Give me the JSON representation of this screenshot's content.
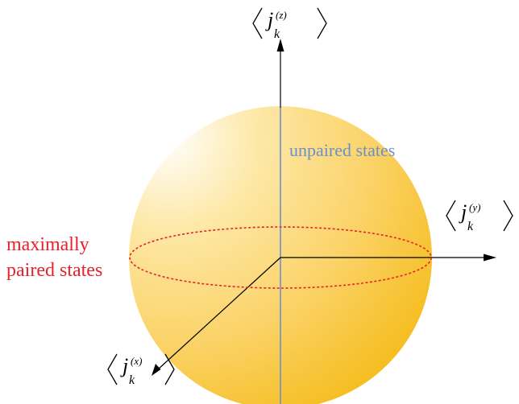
{
  "diagram": {
    "axis_labels": {
      "z": {
        "symbol": "j",
        "subscript": "k",
        "superscript": "(z)"
      },
      "y": {
        "symbol": "j",
        "subscript": "k",
        "superscript": "(y)"
      },
      "x": {
        "symbol": "j",
        "subscript": "k",
        "superscript": "(x)"
      }
    },
    "annotations": {
      "unpaired": "unpaired states",
      "maximally_line1": "maximally",
      "maximally_line2": "paired states"
    },
    "colors": {
      "sphere_light": "#ffffff",
      "sphere_mid": "#fde7a4",
      "sphere_dark": "#f7c430",
      "z_axis": "#6d8fca",
      "equator": "#e8212b",
      "axis": "#000000",
      "label_unpaired": "#6d8fca",
      "label_paired": "#e8212b"
    }
  }
}
